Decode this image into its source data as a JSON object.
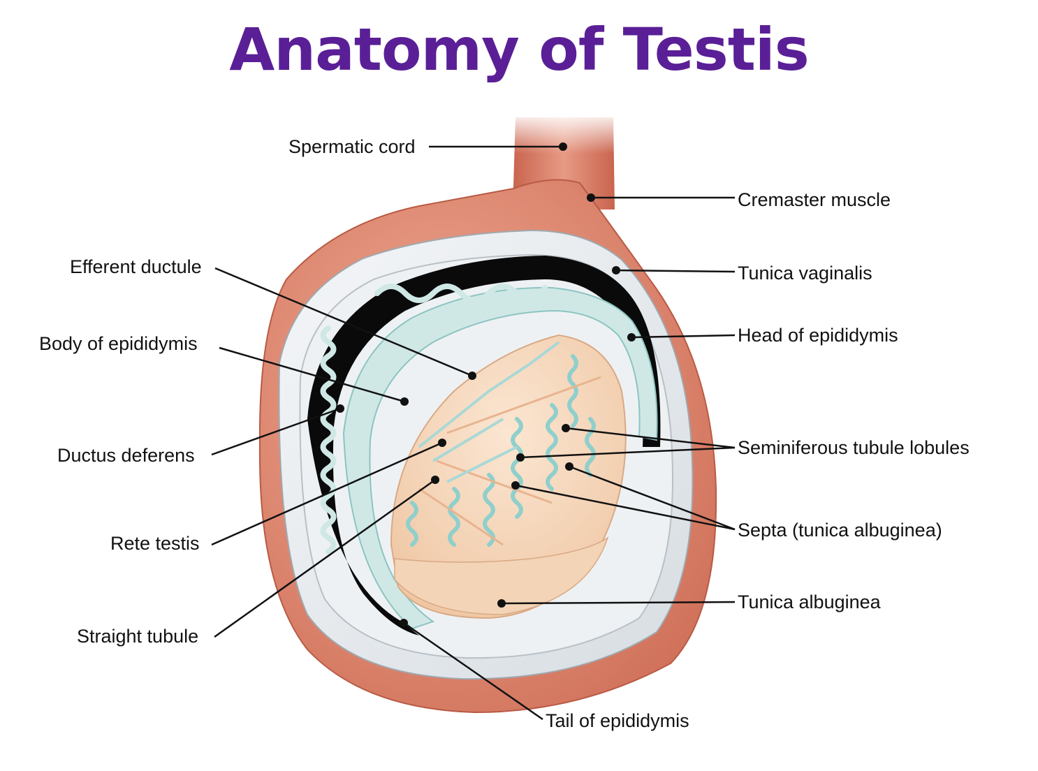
{
  "title": "Anatomy of Testis",
  "colors": {
    "title": "#5a1f96",
    "muscle": "#d9806a",
    "muscle_dark": "#c2624c",
    "vaginalis": "#e3e8ec",
    "epididymis": "#cfe8e6",
    "lumen": "#0a0a0a",
    "testis": "#f5d6b8",
    "tubule": "#a9d8d6"
  },
  "labels": {
    "spermatic_cord": "Spermatic cord",
    "cremaster_muscle": "Cremaster muscle",
    "tunica_vaginalis": "Tunica vaginalis",
    "head_of_epididymis": "Head of epididymis",
    "efferent_ductule": "Efferent ductule",
    "body_of_epididymis": "Body of epididymis",
    "ductus_deferens": "Ductus deferens",
    "seminiferous_tubule_lobules": "Seminiferous tubule lobules",
    "rete_testis": "Rete testis",
    "septa": "Septa (tunica albuginea)",
    "tunica_albuginea": "Tunica albuginea",
    "straight_tubule": "Straight tubule",
    "tail_of_epididymis": "Tail of epididymis"
  }
}
